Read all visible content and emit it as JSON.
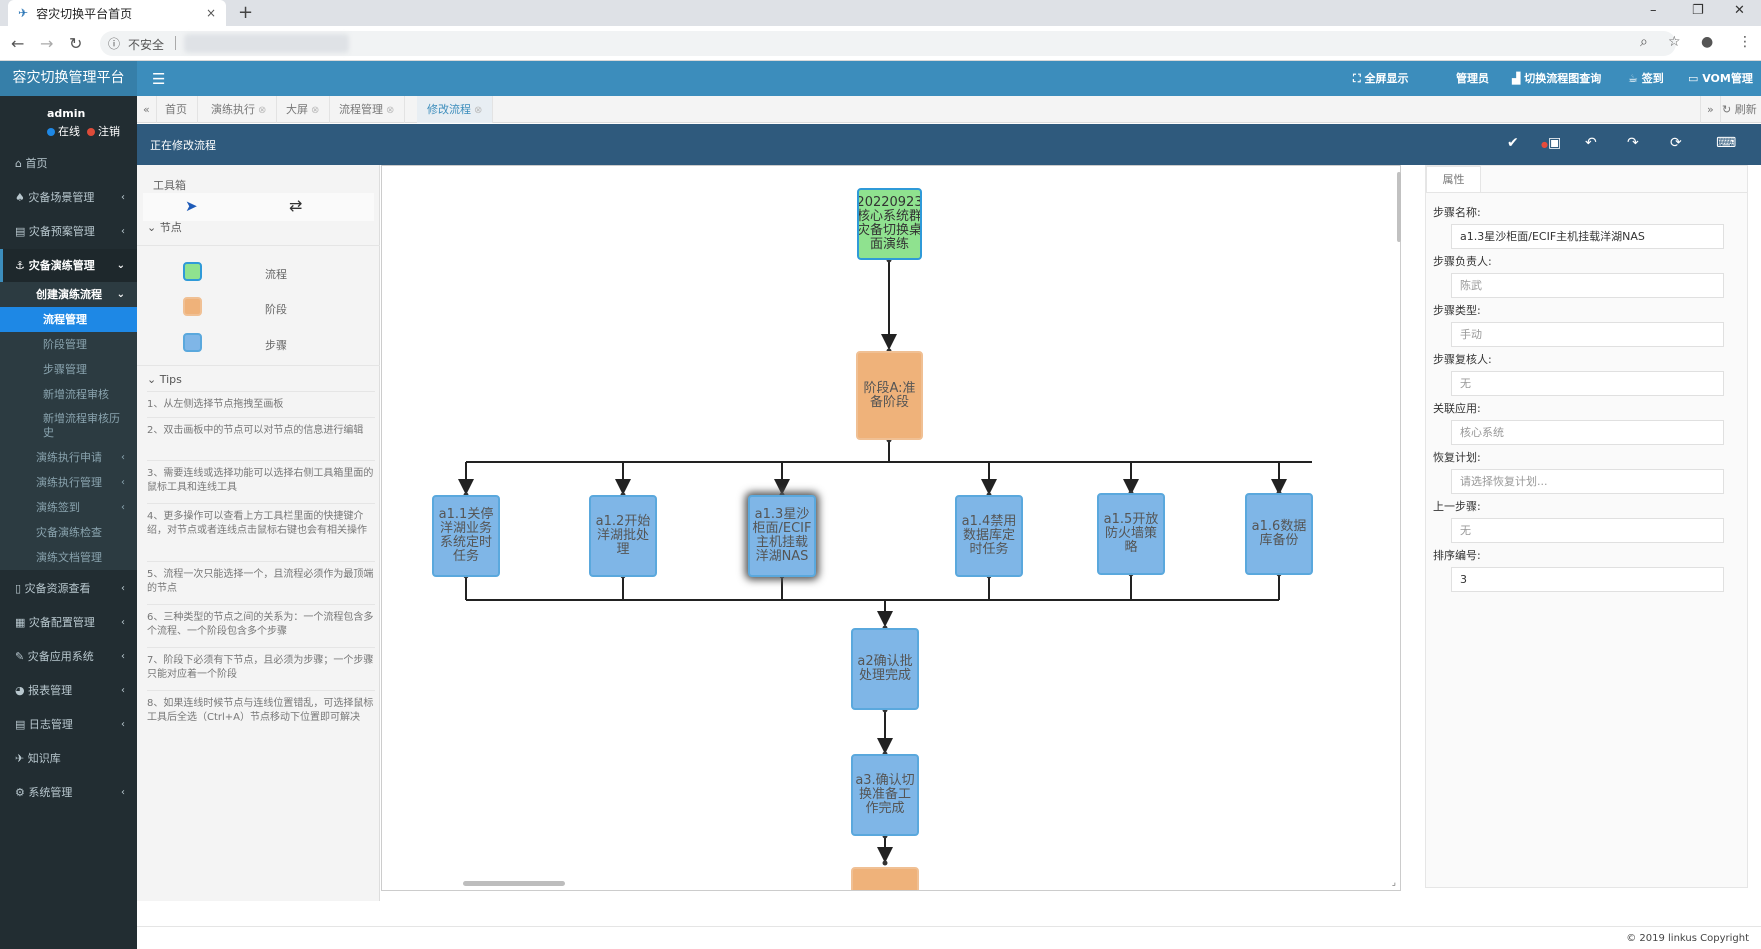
{
  "browser": {
    "tab_title": "容灾切换平台首页",
    "tab_close": "×",
    "new_tab": "+",
    "insecure_label": "不安全",
    "controls": {
      "minimize": "–",
      "restore": "❐",
      "close": "✕"
    }
  },
  "header": {
    "logo": "容灾切换管理平台",
    "menu": [
      "全屏显示",
      "管理员",
      "切换流程图查询",
      "签到",
      "VOM管理"
    ]
  },
  "sidebar": {
    "user": {
      "name": "admin",
      "status": "在线",
      "logout": "注销"
    },
    "items": [
      {
        "label": "首页"
      },
      {
        "label": "灾备场景管理"
      },
      {
        "label": "灾备预案管理"
      },
      {
        "label": "灾备演练管理"
      }
    ],
    "sub_group": "创建演练流程",
    "sub_items": [
      "流程管理",
      "阶段管理",
      "步骤管理",
      "新增流程审核",
      "新增流程审核历史"
    ],
    "sub_items2": [
      "演练执行申请",
      "演练执行管理",
      "演练签到",
      "灾备演练检查",
      "演练文档管理"
    ],
    "items2": [
      {
        "label": "灾备资源查看"
      },
      {
        "label": "灾备配置管理"
      },
      {
        "label": "灾备应用系统"
      },
      {
        "label": "报表管理"
      },
      {
        "label": "日志管理"
      },
      {
        "label": "知识库"
      },
      {
        "label": "系统管理"
      }
    ]
  },
  "page_tabs": [
    "首页",
    "演练执行",
    "大屏",
    "流程管理",
    "修改流程"
  ],
  "page_tabs_right": "刷新",
  "content": {
    "title": "正在修改流程"
  },
  "toolbox": {
    "title": "工具箱",
    "nodes_header": "节点",
    "legend": [
      {
        "label": "流程",
        "color": "#8fe28f"
      },
      {
        "label": "阶段",
        "color": "#efb27a"
      },
      {
        "label": "步骤",
        "color": "#7fb6e7"
      }
    ],
    "tips_header": "Tips",
    "tips": [
      "1、从左侧选择节点拖拽至画板",
      "2、双击画板中的节点可以对节点的信息进行编辑",
      "3、需要连线或选择功能可以选择右侧工具箱里面的鼠标工具和连线工具",
      "4、更多操作可以查看上方工具栏里面的快捷键介绍，对节点或者连线点击鼠标右键也会有相关操作",
      "5、流程一次只能选择一个，且流程必须作为最顶端的节点",
      "6、三种类型的节点之间的关系为：一个流程包含多个流程、一个阶段包含多个步骤",
      "7、阶段下必须有下节点，且必须为步骤；一个步骤只能对应着一个阶段",
      "8、如果连线时候节点与连线位置错乱，可选择鼠标工具后全选（Ctrl+A）节点移动下位置即可解决"
    ]
  },
  "diagram": {
    "flow": "20220923核心系统群灾备切换桌面演练",
    "stage": "阶段A:准备阶段",
    "steps": [
      "a1.1关停洋湖业务系统定时任务",
      "a1.2开始洋湖批处理",
      "a1.3星沙柜面/ECIF主机挂载洋湖NAS",
      "a1.4禁用数据库定时任务",
      "a1.5开放防火墙策略",
      "a1.6数据库备份"
    ],
    "after": [
      "a2确认批处理完成",
      "a3.确认切换准备工作完成"
    ]
  },
  "properties": {
    "tab": "属性",
    "fields": [
      {
        "label": "步骤名称:",
        "value": "a1.3星沙柜面/ECIF主机挂载洋湖NAS",
        "is_value": true
      },
      {
        "label": "步骤负责人:",
        "value": "陈武",
        "is_value": false
      },
      {
        "label": "步骤类型:",
        "value": "手动",
        "is_value": false
      },
      {
        "label": "步骤复核人:",
        "value": "无",
        "is_value": false
      },
      {
        "label": "关联应用:",
        "value": "核心系统",
        "is_value": false
      },
      {
        "label": "恢复计划:",
        "value": "请选择恢复计划...",
        "is_value": false
      },
      {
        "label": "上一步骤:",
        "value": "无",
        "is_value": false
      },
      {
        "label": "排序编号:",
        "value": "3",
        "is_value": true
      }
    ]
  },
  "footer": {
    "copyright": "© 2019 linkus Copyright"
  }
}
